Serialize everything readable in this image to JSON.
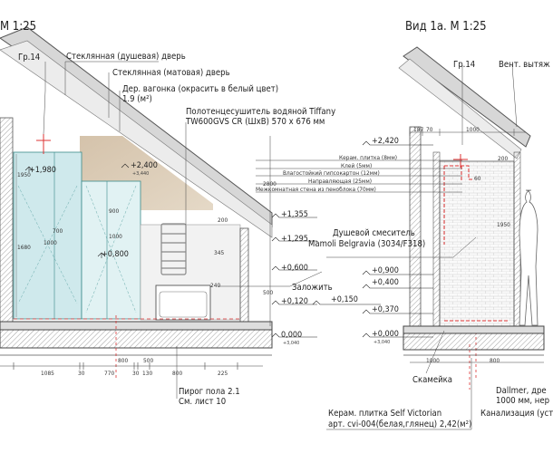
{
  "left_view": {
    "scale_title": "М 1:25",
    "labels": {
      "gr14": "Гр.14",
      "glass_shower_door": "Стеклянная (душевая) дверь",
      "glass_matte_door": "Стеклянная (матовая) дверь",
      "wood_lining": "Дер. вагонка (окрасить в белый цвет)",
      "wood_lining_area": "1.9 (м²)",
      "towel_rail_title": "Полотенцесушитель водяной Tiffany",
      "towel_rail_model": "TW600GVS CR (ШхВ) 570 х 676 мм",
      "zalozhit": "Заложить",
      "floor_pie": "Пирог пола 2.1",
      "see_sheet": "См. лист 10"
    },
    "levels": [
      {
        "value": "+1,980",
        "sub": ""
      },
      {
        "value": "+2,400",
        "sub": "+3,440"
      },
      {
        "value": "+0,800",
        "sub": ""
      },
      {
        "value": "+1,355",
        "sub": ""
      },
      {
        "value": "+1,295",
        "sub": ""
      },
      {
        "value": "+0,600",
        "sub": ""
      },
      {
        "value": "+0,120",
        "sub": ""
      },
      {
        "value": "0,000",
        "sub": "+3,040"
      }
    ],
    "dims": {
      "bottom": [
        "1085",
        "30",
        "770",
        "30",
        "130",
        "800",
        "225"
      ],
      "inner": [
        "1000",
        "700",
        "1000",
        "900",
        "1950",
        "1680",
        "240",
        "345",
        "200",
        "2800",
        "500",
        "500",
        "800"
      ]
    }
  },
  "right_view": {
    "title": "Вид 1а. М 1:25",
    "labels": {
      "gr14": "Гр.14",
      "vent": "Вент. вытяж",
      "layers": [
        "Керам. плитка (8мм)",
        "Клей (5мм)",
        "Влагостойкий гипсокартон (12мм)",
        "Направляющая (25мм)",
        "Межкомнатная стена из пеноблока (70мм)"
      ],
      "mixer_title": "Душевой смеситель",
      "mixer_model": "Mamoli Belgravia (3034/F318)",
      "bench": "Скамейка",
      "tile_title": "Керам. плитка Self Victorian",
      "tile_model": "арт. cvi-004(белая,глянец) 2,42(м²)",
      "dallmer": "Dallmer, дре",
      "dallmer_len": "1000 мм, нер",
      "sewer": "Канализация (уст"
    },
    "levels": [
      {
        "value": "+2,420",
        "sub": ""
      },
      {
        "value": "+0,900",
        "sub": ""
      },
      {
        "value": "+0,400",
        "sub": ""
      },
      {
        "value": "+0,150",
        "sub": ""
      },
      {
        "value": "+0,370",
        "sub": ""
      },
      {
        "value": "+0,000",
        "sub": "+3,040"
      }
    ],
    "dims": [
      "187",
      "70",
      "1000",
      "200",
      "60",
      "1950",
      "1000",
      "800"
    ]
  }
}
